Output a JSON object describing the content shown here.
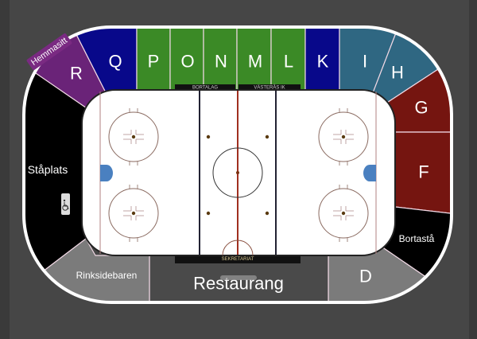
{
  "badge": "Hemmasitt",
  "sections": {
    "R": "R",
    "Q": "Q",
    "P": "P",
    "O": "O",
    "N": "N",
    "M": "M",
    "L": "L",
    "K": "K",
    "I": "I",
    "H": "H",
    "G": "G",
    "F": "F",
    "D": "D",
    "standing": "Ståplats",
    "away_standing": "Bortastå",
    "rinkside_bar": "Rinksidebaren",
    "restaurant": "Restaurang"
  },
  "rink_labels": {
    "away_bench": "BORTALAG",
    "home_bench": "VÄSTERÅS IK",
    "secretariat": "SEKRETARIAT"
  },
  "colors": {
    "purple": "#6a2378",
    "navy": "#08088a",
    "green": "#3b8a26",
    "teal": "#2f6782",
    "red": "#751510",
    "black": "#000000",
    "gray": "#7b7b7b",
    "dark_gray": "#4a4a4a"
  }
}
